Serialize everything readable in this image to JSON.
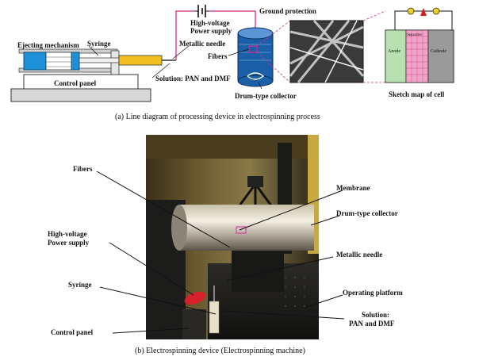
{
  "part_a": {
    "caption": "(a) Line diagram of processing device in electrospinning process",
    "labels": {
      "ejecting_mechanism": "Ejecting mechanism",
      "syringe": "Syringe",
      "control_panel": "Control panel",
      "metallic_needle": "Metallic needle",
      "solution": "Solution: PAN and DMF",
      "high_voltage_1": "High-voltage",
      "high_voltage_2": "Power supply",
      "ground_protection": "Ground protection",
      "fibers": "Fibers",
      "drum_collector": "Drum-type collector",
      "sketch_map": "Sketch map of cell",
      "anode": "Anode",
      "separator": "Separator",
      "cathode": "Cathode"
    },
    "colors": {
      "ejecting_blue": "#1e90d8",
      "drum_blue": "#1a5fa8",
      "needle_yellow": "#f0c020",
      "wire_magenta": "#d0308a",
      "separator_pink": "#f2a3c8",
      "anode_green": "#b8e0b0",
      "cathode_gray": "#9a9a9a"
    }
  },
  "part_b": {
    "caption": "(b) Electrospinning device (Electrospinning machine)",
    "labels": {
      "fibers": "Fibers",
      "membrane": "Membrane",
      "drum_collector": "Drum-type collector",
      "high_voltage_1": "High-voltage",
      "high_voltage_2": "Power supply",
      "metallic_needle": "Metallic needle",
      "syringe": "Syringe",
      "operating_platform": "Operating platform",
      "solution_1": "Solution:",
      "solution_2": "PAN and DMF",
      "control_panel": "Control panel"
    }
  }
}
